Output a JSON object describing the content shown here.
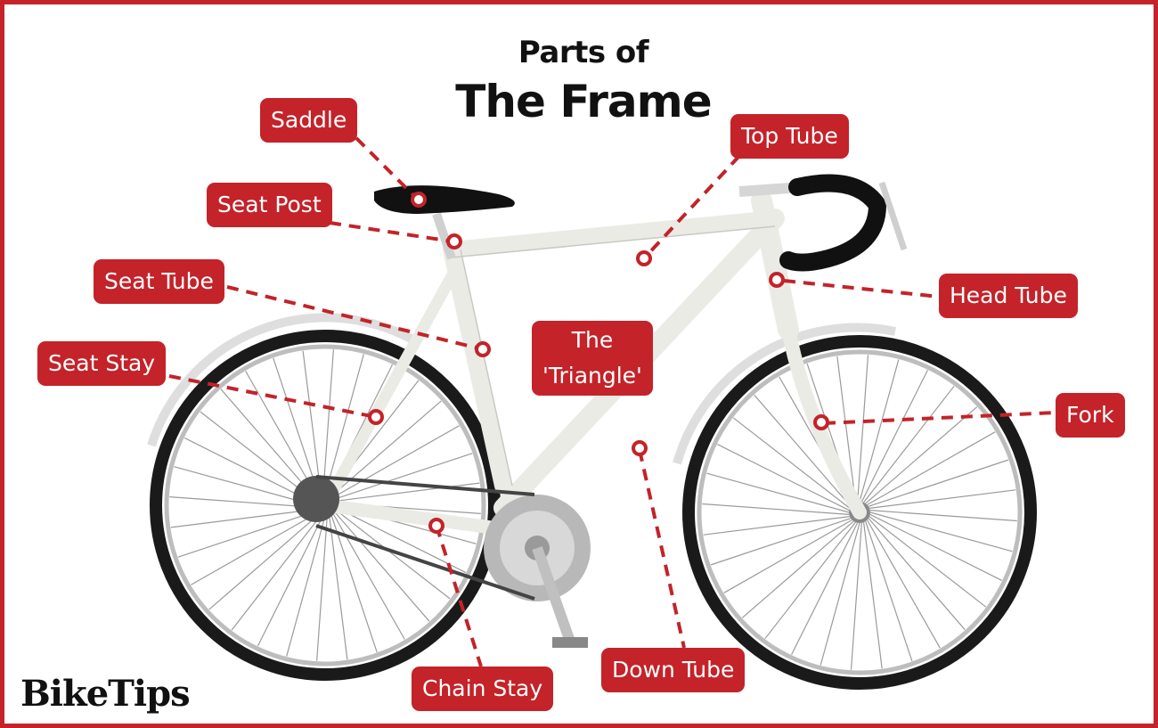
{
  "title": {
    "line1": "Parts of",
    "line2": "The Frame"
  },
  "labels": {
    "saddle": "Saddle",
    "seat_post": "Seat Post",
    "seat_tube": "Seat Tube",
    "seat_stay": "Seat Stay",
    "top_tube": "Top Tube",
    "head_tube": "Head Tube",
    "triangle_line1": "The",
    "triangle_line2": "'Triangle'",
    "fork": "Fork",
    "chain_stay": "Chain Stay",
    "down_tube": "Down Tube"
  },
  "brand": "BikeTips",
  "colors": {
    "accent": "#c32329",
    "frame": "#ebebe6",
    "tire": "#1a1a1a"
  }
}
